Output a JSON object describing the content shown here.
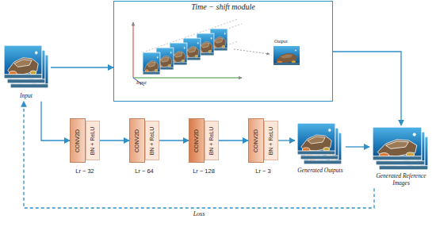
{
  "diagram": {
    "nodes": [
      {
        "text": [
          "Input"
        ]
      },
      {
        "text": [
          "Time − shift module"
        ]
      },
      {
        "text": [
          "CONV2D"
        ]
      },
      {
        "text": [
          "BN + ReLU"
        ]
      },
      {
        "text": [
          "CONV2D"
        ]
      },
      {
        "text": [
          "BN + ReLU"
        ]
      },
      {
        "text": [
          "CONV2D"
        ]
      },
      {
        "text": [
          "BN + ReLU"
        ]
      },
      {
        "text": [
          "CONV2D"
        ]
      },
      {
        "text": [
          "BN + ReLU"
        ]
      },
      {
        "text": [
          "Generated Outputs"
        ]
      },
      {
        "text": [
          "Generated Reference Images"
        ]
      }
    ],
    "edges": [
      {
        "from": 0,
        "to": 1,
        "arrow": "to"
      },
      {
        "from": 0,
        "to": 2,
        "arrow": "to"
      },
      {
        "from": 3,
        "to": 4,
        "arrow": "to"
      },
      {
        "from": 5,
        "to": 6,
        "arrow": "to"
      },
      {
        "from": 7,
        "to": 8,
        "arrow": "to"
      },
      {
        "from": 9,
        "to": 10,
        "arrow": "to"
      },
      {
        "from": 1,
        "to": 11,
        "arrow": "to"
      },
      {
        "from": 10,
        "to": 11,
        "arrow": "to"
      },
      {
        "from": 11,
        "to": 0,
        "label": "Loss",
        "arrow": "to"
      }
    ],
    "labels": [
      "Input",
      "Output",
      "Lr − 32",
      "Lr − 64",
      "Lr − 128",
      "Lr − 3"
    ]
  }
}
